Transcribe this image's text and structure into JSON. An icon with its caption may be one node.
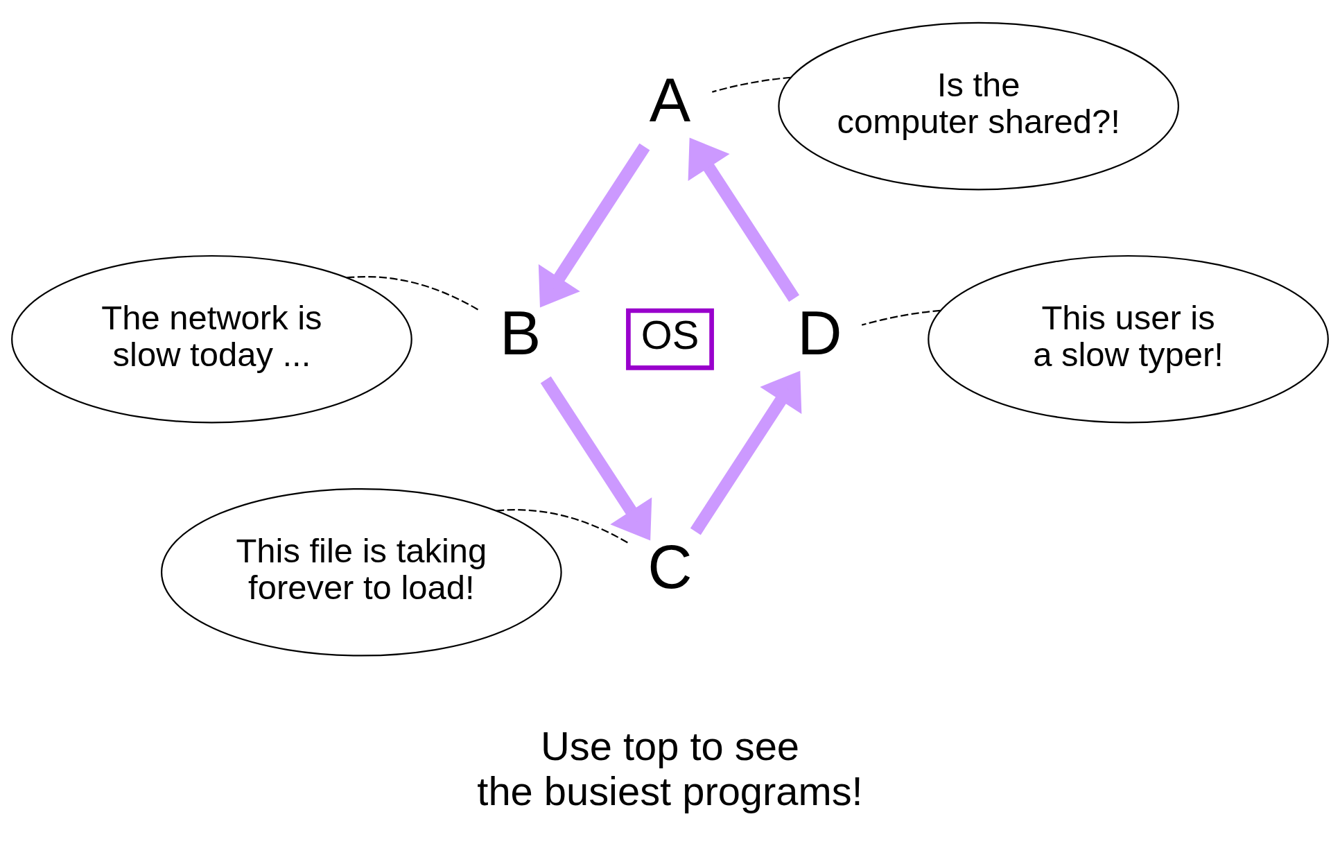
{
  "diagram": {
    "nodes": [
      {
        "text": [
          "Is the computer shared?!"
        ]
      },
      {
        "text": [
          "The network is slow today ..."
        ]
      },
      {
        "text": [
          "A"
        ]
      },
      {
        "text": [
          "B"
        ]
      },
      {
        "text": [
          "OS"
        ]
      },
      {
        "text": [
          "D"
        ]
      },
      {
        "text": [
          "This user is a slow typer!"
        ]
      },
      {
        "text": [
          "C"
        ]
      },
      {
        "text": [
          "This file is taking forever to load!"
        ]
      }
    ],
    "edges": [
      {
        "from": 2,
        "to": 3,
        "arrow": "to",
        "style": "thick",
        "color": "#cc99ff"
      },
      {
        "from": 3,
        "to": 7,
        "arrow": "to",
        "style": "thick",
        "color": "#cc99ff"
      },
      {
        "from": 7,
        "to": 5,
        "arrow": "to",
        "style": "thick",
        "color": "#cc99ff"
      },
      {
        "from": 5,
        "to": 2,
        "arrow": "to",
        "style": "thick",
        "color": "#cc99ff"
      },
      {
        "from": 0,
        "to": 2,
        "arrow": "none",
        "style": "dashed",
        "color": "#000000"
      },
      {
        "from": 1,
        "to": 3,
        "arrow": "none",
        "style": "dashed",
        "color": "#000000"
      },
      {
        "from": 6,
        "to": 5,
        "arrow": "none",
        "style": "dashed",
        "color": "#000000"
      },
      {
        "from": 8,
        "to": 7,
        "arrow": "none",
        "style": "dashed",
        "color": "#000000"
      }
    ],
    "labels": [
      "Use top to see the busiest programs!"
    ]
  }
}
